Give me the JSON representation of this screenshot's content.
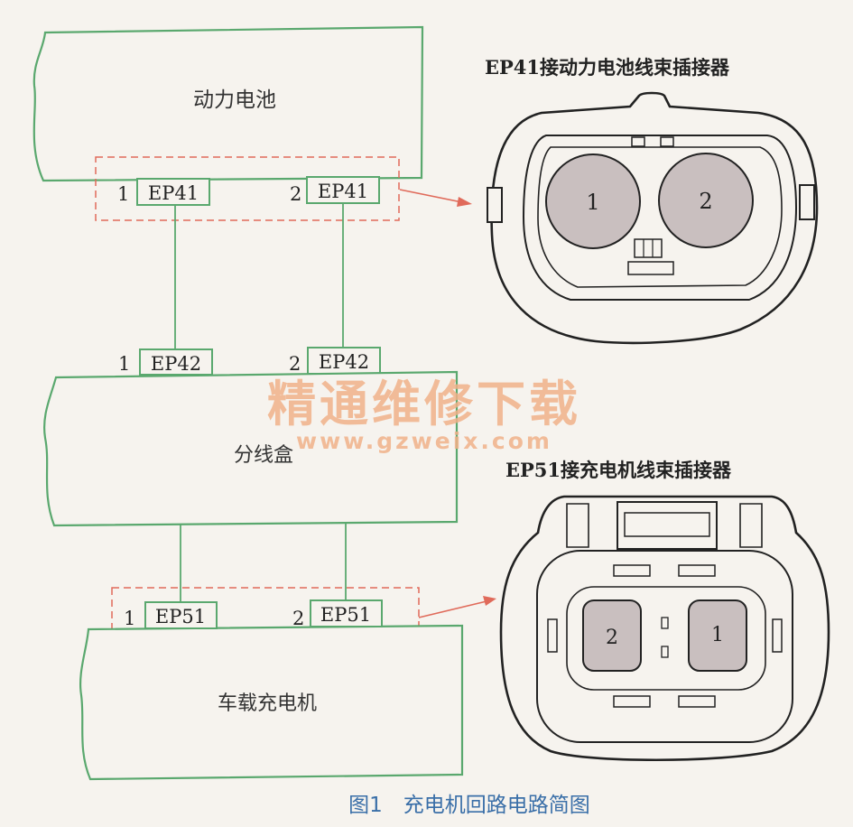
{
  "blocks": {
    "battery": "动力电池",
    "junction_box": "分线盒",
    "charger": "车载充电机"
  },
  "connectors": {
    "ep41": "EP41",
    "ep42": "EP42",
    "ep51": "EP51",
    "pin1": "1",
    "pin2": "2"
  },
  "detail_views": {
    "ep41_title": "EP41接动力电池线束插接器",
    "ep51_title": "EP51接充电机线束插接器",
    "ep41_pin1": "1",
    "ep41_pin2": "2",
    "ep51_pin1": "1",
    "ep51_pin2": "2"
  },
  "watermark": {
    "text": "精通维修下载",
    "url": "www.gzweix.com"
  },
  "caption": "图1　充电机回路电路简图",
  "colors": {
    "box_outline": "#5aa86e",
    "dashed_highlight": "#e06a5a",
    "pin_fill": "#c9bfbf",
    "watermark": "#f0b088",
    "caption": "#3a6fa8"
  }
}
